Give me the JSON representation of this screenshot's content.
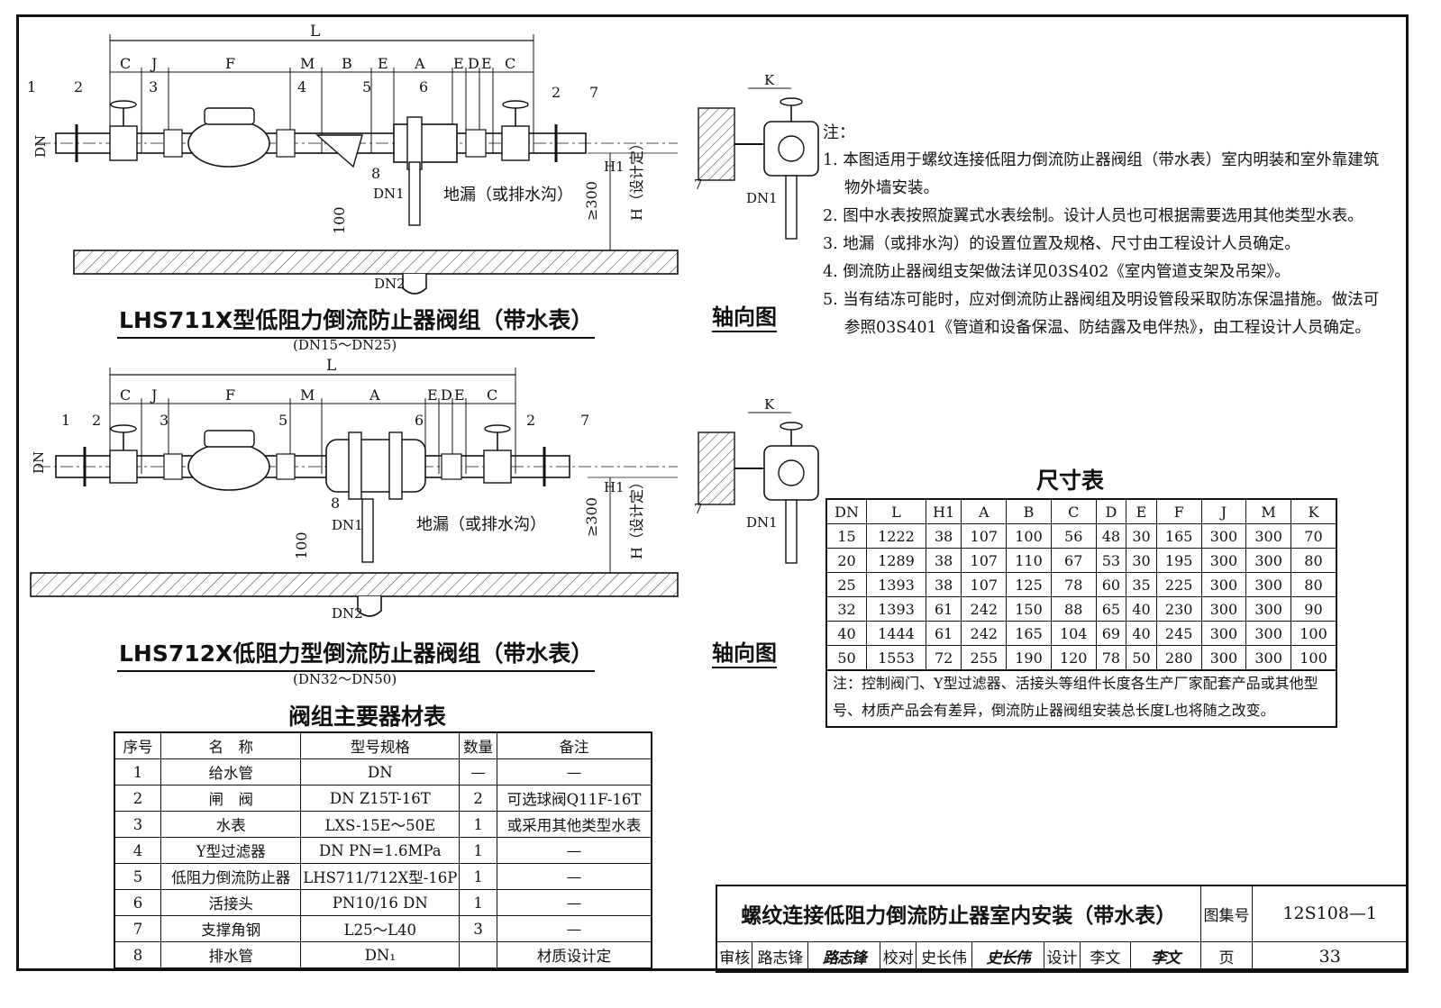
{
  "diagram1": {
    "caption": "LHS711X型低阻力倒流防止器阀组（带水表）",
    "subcaption": "(DN15～DN25)",
    "dims": [
      "C",
      "J",
      "F",
      "M",
      "B",
      "E",
      "A",
      "E",
      "D",
      "E",
      "C"
    ],
    "overall": "L",
    "callouts": [
      "1",
      "2",
      "3",
      "4",
      "5",
      "6",
      "2",
      "7",
      "8"
    ],
    "dn": "DN",
    "dn1": "DN1",
    "dn2": "DN2",
    "drain_label": "地漏（或排水沟）",
    "h100": "100",
    "h300": "≥300",
    "h1": "H1",
    "hset": "H（设计定）"
  },
  "diagram2": {
    "caption": "LHS712X低阻力型倒流防止器阀组（带水表）",
    "subcaption": "(DN32～DN50)",
    "dims": [
      "C",
      "J",
      "F",
      "M",
      "A",
      "E",
      "D",
      "E",
      "C"
    ],
    "overall": "L",
    "callouts": [
      "1",
      "2",
      "3",
      "5",
      "6",
      "2",
      "7",
      "8"
    ],
    "dn": "DN",
    "dn1": "DN1",
    "dn2": "DN2",
    "drain_label": "地漏（或排水沟）",
    "h100": "100",
    "h300": "≥300",
    "h1": "H1",
    "hset": "H（设计定）"
  },
  "axial": {
    "caption": "轴向图",
    "k": "K",
    "callout7": "7",
    "dn1": "DN1"
  },
  "notes": {
    "title": "注：",
    "items": [
      "1. 本图适用于螺纹连接低阻力倒流防止器阀组（带水表）室内明装和室外靠建筑物外墙安装。",
      "2. 图中水表按照旋翼式水表绘制。设计人员也可根据需要选用其他类型水表。",
      "3. 地漏（或排水沟）的设置位置及规格、尺寸由工程设计人员确定。",
      "4. 倒流防止器阀组支架做法详见03S402《室内管道支架及吊架》。",
      "5. 当有结冻可能时，应对倒流防止器阀组及明设管段采取防冻保温措施。做法可参照03S401《管道和设备保温、防结露及电伴热》，由工程设计人员确定。"
    ]
  },
  "dimension_table": {
    "title": "尺寸表",
    "headers": [
      "DN",
      "L",
      "H1",
      "A",
      "B",
      "C",
      "D",
      "E",
      "F",
      "J",
      "M",
      "K"
    ],
    "rows": [
      [
        "15",
        "1222",
        "38",
        "107",
        "100",
        "56",
        "48",
        "30",
        "165",
        "300",
        "300",
        "70"
      ],
      [
        "20",
        "1289",
        "38",
        "107",
        "110",
        "67",
        "53",
        "30",
        "195",
        "300",
        "300",
        "80"
      ],
      [
        "25",
        "1393",
        "38",
        "107",
        "125",
        "78",
        "60",
        "35",
        "225",
        "300",
        "300",
        "80"
      ],
      [
        "32",
        "1393",
        "61",
        "242",
        "150",
        "88",
        "65",
        "40",
        "230",
        "300",
        "300",
        "90"
      ],
      [
        "40",
        "1444",
        "61",
        "242",
        "165",
        "104",
        "69",
        "40",
        "245",
        "300",
        "300",
        "100"
      ],
      [
        "50",
        "1553",
        "72",
        "255",
        "190",
        "120",
        "78",
        "50",
        "280",
        "300",
        "300",
        "100"
      ]
    ],
    "note": "注：控制阀门、Y型过滤器、活接头等组件长度各生产厂家配套产品或其他型号、材质产品会有差异，倒流防止器阀组安装总长度L也将随之改变。"
  },
  "materials_table": {
    "title": "阀组主要器材表",
    "headers": [
      "序号",
      "名　称",
      "型号规格",
      "数量",
      "备注"
    ],
    "rows": [
      [
        "1",
        "给水管",
        "DN",
        "—",
        "—"
      ],
      [
        "2",
        "闸　阀",
        "DN Z15T-16T",
        "2",
        "可选球阀Q11F-16T"
      ],
      [
        "3",
        "水表",
        "LXS-15E～50E",
        "1",
        "或采用其他类型水表"
      ],
      [
        "4",
        "Y型过滤器",
        "DN PN=1.6MPa",
        "1",
        "—"
      ],
      [
        "5",
        "低阻力倒流防止器",
        "LHS711/712X型-16P",
        "1",
        "—"
      ],
      [
        "6",
        "活接头",
        "PN10/16 DN",
        "1",
        "—"
      ],
      [
        "7",
        "支撑角钢",
        "L25～L40",
        "3",
        "—"
      ],
      [
        "8",
        "排水管",
        "DN₁",
        "",
        "材质设计定"
      ]
    ]
  },
  "title_block": {
    "title": "螺纹连接低阻力倒流防止器室内安装（带水表）",
    "atlas_label": "图集号",
    "atlas_no": "12S108—1",
    "review_label": "审核",
    "reviewer": "路志锋",
    "reviewer_sig": "路志锋",
    "check_label": "校对",
    "checker": "史长伟",
    "checker_sig": "史长伟",
    "design_label": "设计",
    "designer": "李文",
    "designer_sig": "李文",
    "page_label": "页",
    "page_no": "33"
  }
}
